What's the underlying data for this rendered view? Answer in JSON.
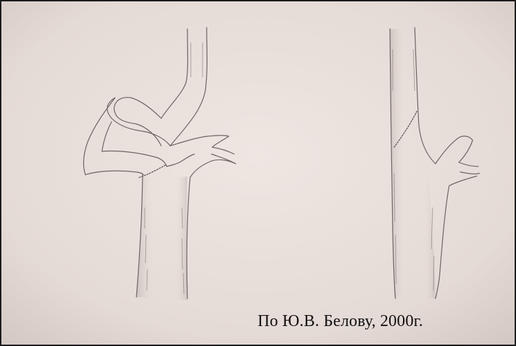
{
  "figure": {
    "caption": "По Ю.В. Белову, 2000г.",
    "panels": [
      {
        "name": "left-drawing",
        "subject": "tortuous vessel with branch and anastomosis line"
      },
      {
        "name": "right-drawing",
        "subject": "straightened vessel with branch after resection"
      }
    ]
  },
  "colors": {
    "paper": "#e6dcd8",
    "pencil": "#6b6360",
    "shade": "#9a908c",
    "text": "#111111",
    "border": "#1a1a1a"
  }
}
